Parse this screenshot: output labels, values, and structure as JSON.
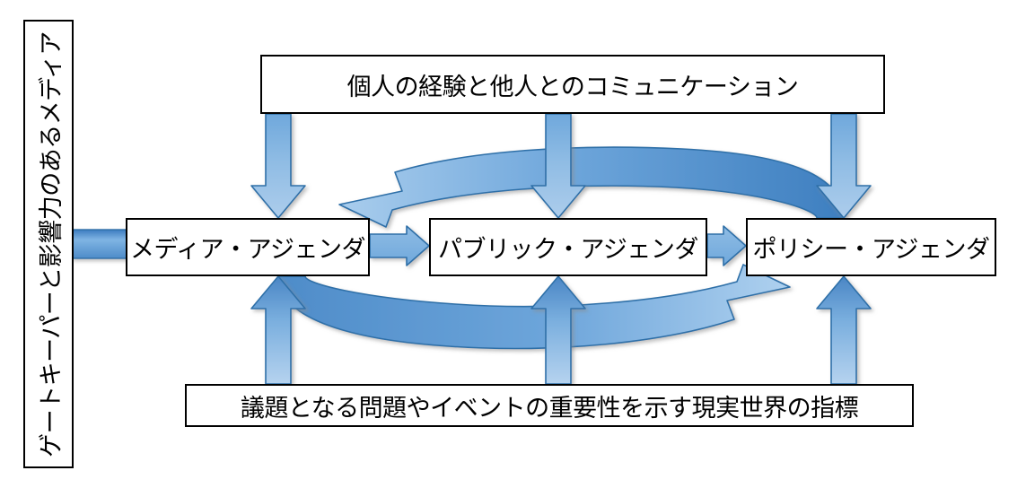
{
  "diagram": {
    "title_side_label": "ゲートキーパーと影響力のあるメディア",
    "top_banner": "個人の経験と他人とのコミュニケーション",
    "bottom_banner": "議題となる問題やイベントの重要性を示す現実世界の指標",
    "nodes": [
      {
        "id": "media",
        "label": "メディア・アジェンダ"
      },
      {
        "id": "public",
        "label": "パブリック・アジェンダ"
      },
      {
        "id": "policy",
        "label": "ポリシー・アジェンダ"
      }
    ],
    "colors": {
      "arrow_fill_light": "#A8CBEC",
      "arrow_fill_mid": "#5B9BD5",
      "arrow_fill_dark": "#3A7CBD",
      "arrow_stroke": "#2E6FA8",
      "box_border": "#000000",
      "box_background": "#FFFFFF",
      "text": "#000000",
      "page_background": "#FFFFFF"
    },
    "connectors": [
      {
        "name": "gatekeeper-to-media-bar",
        "from": "side-label",
        "to": "media",
        "shape": "bar",
        "direction": "right"
      },
      {
        "name": "media-to-public-arrow",
        "from": "media",
        "to": "public",
        "shape": "block-arrow",
        "direction": "right"
      },
      {
        "name": "public-to-policy-arrow",
        "from": "public",
        "to": "policy",
        "shape": "block-arrow",
        "direction": "right"
      },
      {
        "name": "top-banner-to-media-arrow",
        "from": "top_banner",
        "to": "media",
        "shape": "block-arrow",
        "direction": "down"
      },
      {
        "name": "top-banner-to-public-arrow",
        "from": "top_banner",
        "to": "public",
        "shape": "block-arrow",
        "direction": "down"
      },
      {
        "name": "top-banner-to-policy-arrow",
        "from": "top_banner",
        "to": "policy",
        "shape": "block-arrow",
        "direction": "down"
      },
      {
        "name": "bottom-banner-to-media-arrow",
        "from": "bottom_banner",
        "to": "media",
        "shape": "block-arrow",
        "direction": "up"
      },
      {
        "name": "bottom-banner-to-public-arrow",
        "from": "bottom_banner",
        "to": "public",
        "shape": "block-arrow",
        "direction": "up"
      },
      {
        "name": "bottom-banner-to-policy-arrow",
        "from": "bottom_banner",
        "to": "policy",
        "shape": "block-arrow",
        "direction": "up"
      },
      {
        "name": "policy-to-media-curved-arrow",
        "from": "policy",
        "to": "media",
        "shape": "curved-arc",
        "direction": "left",
        "position": "above"
      },
      {
        "name": "media-to-policy-curved-arrow",
        "from": "media",
        "to": "policy",
        "shape": "curved-arc",
        "direction": "right",
        "position": "below"
      }
    ]
  }
}
